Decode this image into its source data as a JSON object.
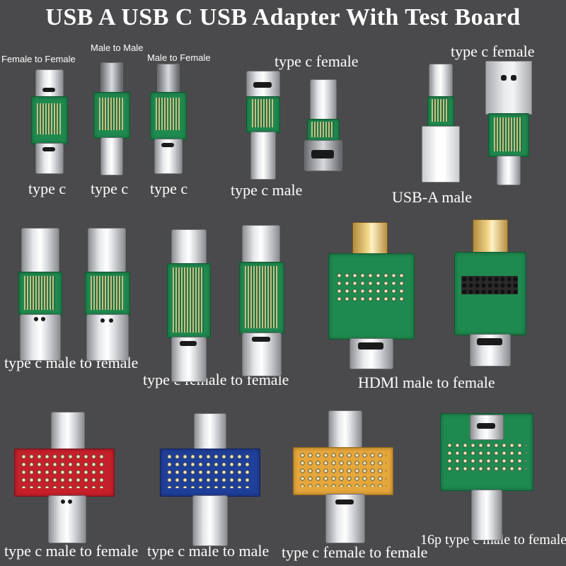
{
  "title": "USB A USB C USB Adapter With Test Board",
  "row1": {
    "small_labels": [
      "Female to Female",
      "Male to Male",
      "Male to Female"
    ],
    "bottom_labels": [
      "type c",
      "type c",
      "type c"
    ],
    "group2_top": "type c female",
    "group2_bottom": "type c male",
    "group3_top": "type c female",
    "group3_bottom": "USB-A male"
  },
  "row2": {
    "label1": "type c male to female",
    "label2": "type c female to female",
    "label3": "HDMl male to female"
  },
  "row3": {
    "label1": "type c male to female",
    "label2": "type c male to male",
    "label3": "type c female to female",
    "label4": "16p type c male to female"
  }
}
